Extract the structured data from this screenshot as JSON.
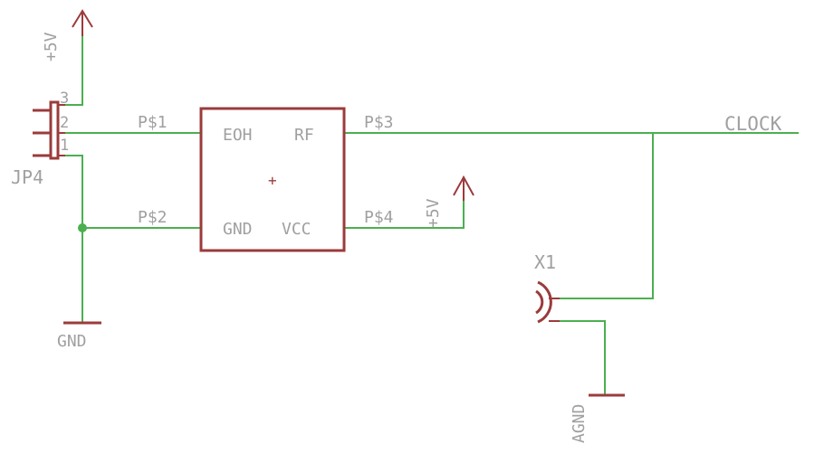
{
  "schematic": {
    "connector": {
      "ref": "JP4",
      "pins": [
        "3",
        "2",
        "1"
      ]
    },
    "module": {
      "pin_labels": {
        "top_left": "EOH",
        "top_right": "RF",
        "bottom_left": "GND",
        "bottom_right": "VCC"
      },
      "origin_mark": "+"
    },
    "nets": {
      "ps1": "P$1",
      "ps2": "P$2",
      "ps3": "P$3",
      "ps4": "P$4",
      "clock": "CLOCK"
    },
    "power": {
      "supply_left": "+5V",
      "supply_right": "+5V",
      "ground": "GND",
      "analog_ground": "AGND"
    },
    "antenna": {
      "ref": "X1"
    },
    "colors": {
      "wire": "#4caf50",
      "part": "#9b3b3b",
      "text": "#a0a0a0"
    }
  }
}
